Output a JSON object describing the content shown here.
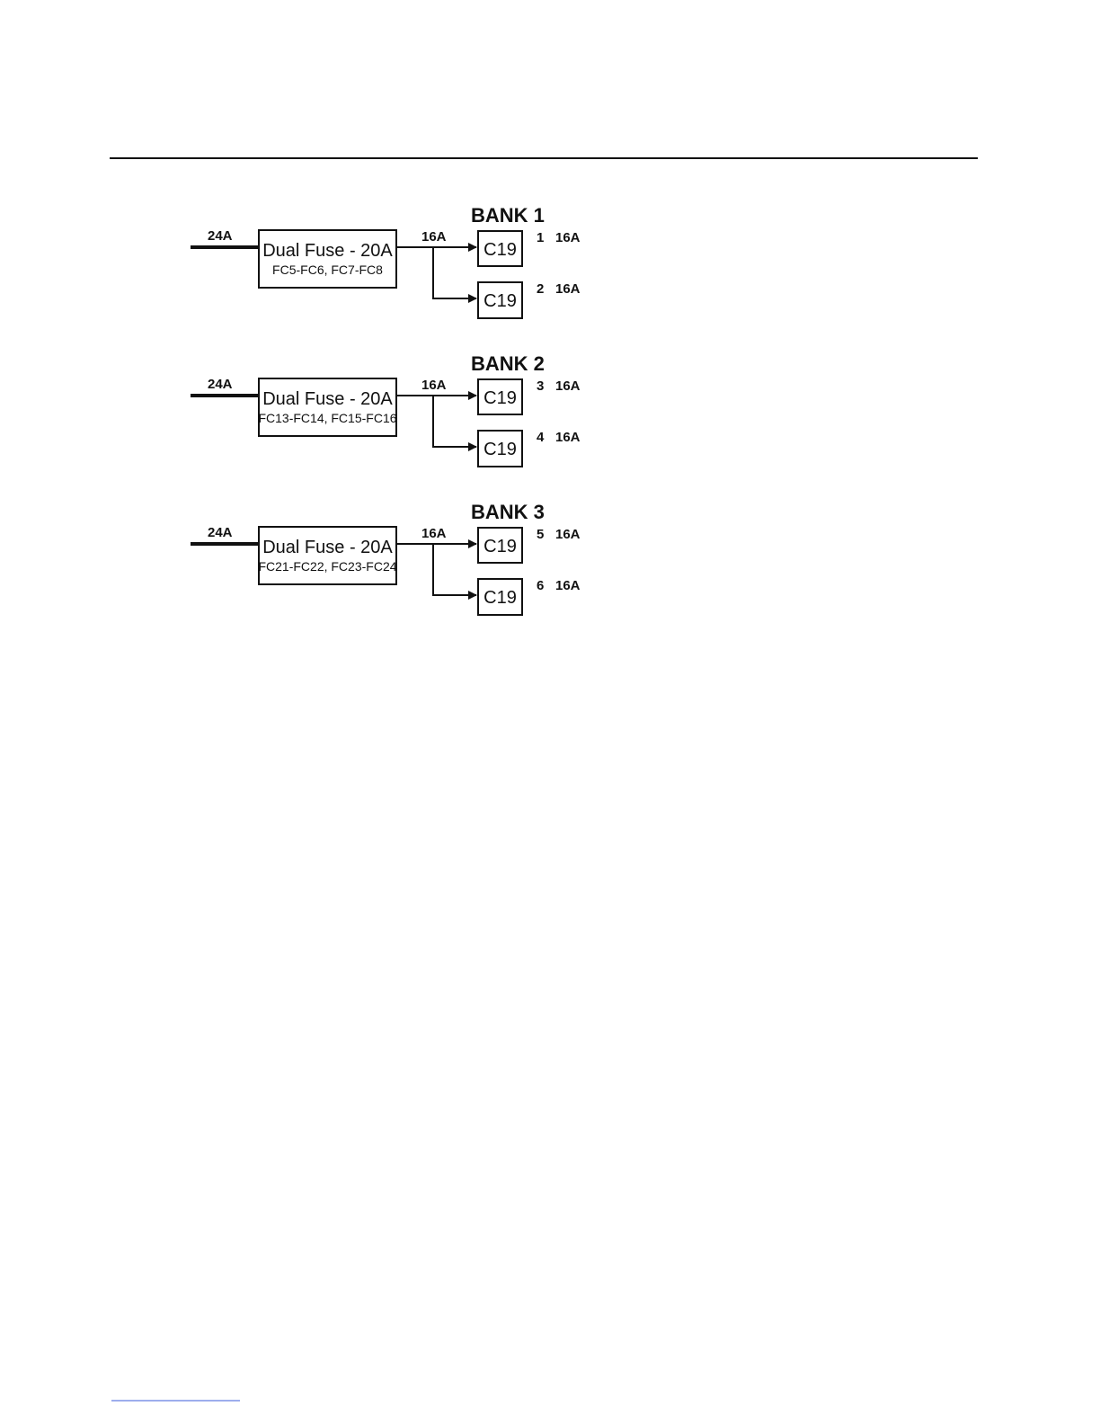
{
  "banks": [
    {
      "title": "BANK 1",
      "input_current": "24A",
      "fuse_title": "Dual Fuse - 20A",
      "fuse_ids": "FC5-FC6, FC7-FC8",
      "branch_current": "16A",
      "outlets": [
        {
          "type": "C19",
          "number": "1",
          "rating": "16A"
        },
        {
          "type": "C19",
          "number": "2",
          "rating": "16A"
        }
      ]
    },
    {
      "title": "BANK 2",
      "input_current": "24A",
      "fuse_title": "Dual Fuse - 20A",
      "fuse_ids": "FC13-FC14, FC15-FC16",
      "branch_current": "16A",
      "outlets": [
        {
          "type": "C19",
          "number": "3",
          "rating": "16A"
        },
        {
          "type": "C19",
          "number": "4",
          "rating": "16A"
        }
      ]
    },
    {
      "title": "BANK 3",
      "input_current": "24A",
      "fuse_title": "Dual Fuse - 20A",
      "fuse_ids": "FC21-FC22, FC23-FC24",
      "branch_current": "16A",
      "outlets": [
        {
          "type": "C19",
          "number": "5",
          "rating": "16A"
        },
        {
          "type": "C19",
          "number": "6",
          "rating": "16A"
        }
      ]
    }
  ]
}
